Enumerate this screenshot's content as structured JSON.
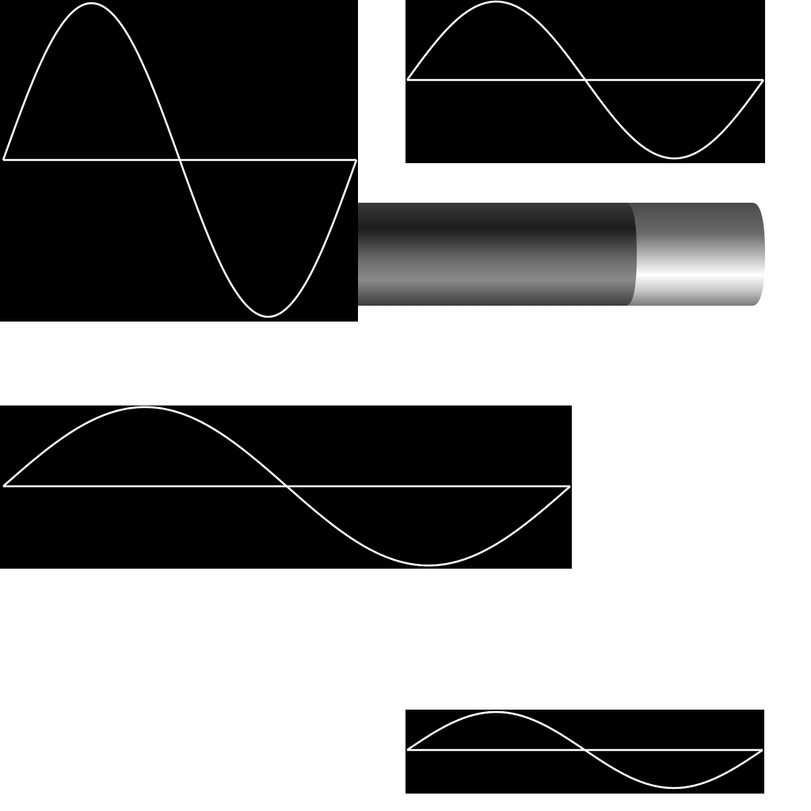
{
  "waveforms": [
    {
      "id": "wave-a",
      "cycles": 1,
      "stroke": "#ffffff",
      "background": "#000000"
    },
    {
      "id": "wave-b",
      "cycles": 1,
      "stroke": "#ffffff",
      "background": "#000000"
    },
    {
      "id": "wave-c",
      "cycles": 1,
      "stroke": "#ffffff",
      "background": "#000000"
    },
    {
      "id": "wave-d",
      "cycles": 1,
      "stroke": "#ffffff",
      "background": "#000000"
    }
  ],
  "tube": {
    "dark_segment_colors": [
      "#2a2a2a",
      "#1c1c1c",
      "#5a5a5a",
      "#8a8a8a",
      "#3c3c3c"
    ],
    "light_segment_colors": [
      "#4a4a4a",
      "#7a7a7a",
      "#ffffff",
      "#c8c8c8",
      "#7a7a7a"
    ]
  },
  "page": {
    "background": "#ffffff"
  }
}
